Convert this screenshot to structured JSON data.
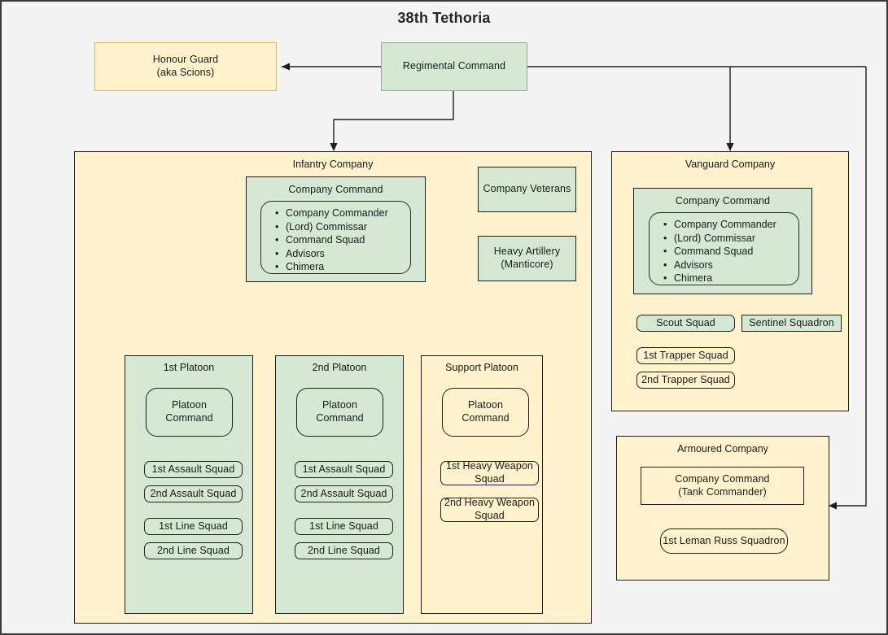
{
  "title": "38th Tethoria",
  "colors": {
    "page_background": "#f4f4f4",
    "green_fill": "#d5e8d4",
    "green_stroke": "#82b366",
    "yellow_fill": "#fff2cc",
    "yellow_stroke": "#d6b656",
    "line": "#1f1f1f",
    "text": "#1a1a1a"
  },
  "regiment": {
    "command_label": "Regimental Command",
    "honour_guard_label": "Honour Guard\n(aka Scions)"
  },
  "infantry_company": {
    "title": "Infantry Company",
    "company_command": {
      "label": "Company Command",
      "members": [
        "Company Commander",
        "(Lord) Commissar",
        "Command Squad",
        "Advisors",
        "Chimera"
      ]
    },
    "attachments": [
      {
        "label": "Company Veterans"
      },
      {
        "label": "Heavy Artillery\n(Manticore)"
      }
    ],
    "platoons": [
      {
        "title": "1st Platoon",
        "style": "green",
        "command_label": "Platoon Command",
        "squads": [
          "1st Assault Squad",
          "2nd Assault Squad",
          "1st Line Squad",
          "2nd Line Squad"
        ]
      },
      {
        "title": "2nd Platoon",
        "style": "green",
        "command_label": "Platoon Command",
        "squads": [
          "1st Assault Squad",
          "2nd Assault Squad",
          "1st Line Squad",
          "2nd Line Squad"
        ]
      },
      {
        "title": "Support Platoon",
        "style": "yellow",
        "command_label": "Platoon Command",
        "squads": [
          "1st Heavy Weapon\nSquad",
          "2nd Heavy Weapon\nSquad"
        ]
      }
    ]
  },
  "vanguard_company": {
    "title": "Vanguard Company",
    "company_command": {
      "label": "Company Command",
      "members": [
        "Company Commander",
        "(Lord) Commissar",
        "Command Squad",
        "Advisors",
        "Chimera"
      ]
    },
    "scout_squad": "Scout Squad",
    "sentinel_squadron": "Sentinel Squadron",
    "trapper_squads": [
      "1st Trapper Squad",
      "2nd Trapper Squad"
    ]
  },
  "armoured_company": {
    "title": "Armoured Company",
    "company_command": "Company Command\n(Tank Commander)",
    "squadron": "1st Leman Russ Squadron"
  }
}
